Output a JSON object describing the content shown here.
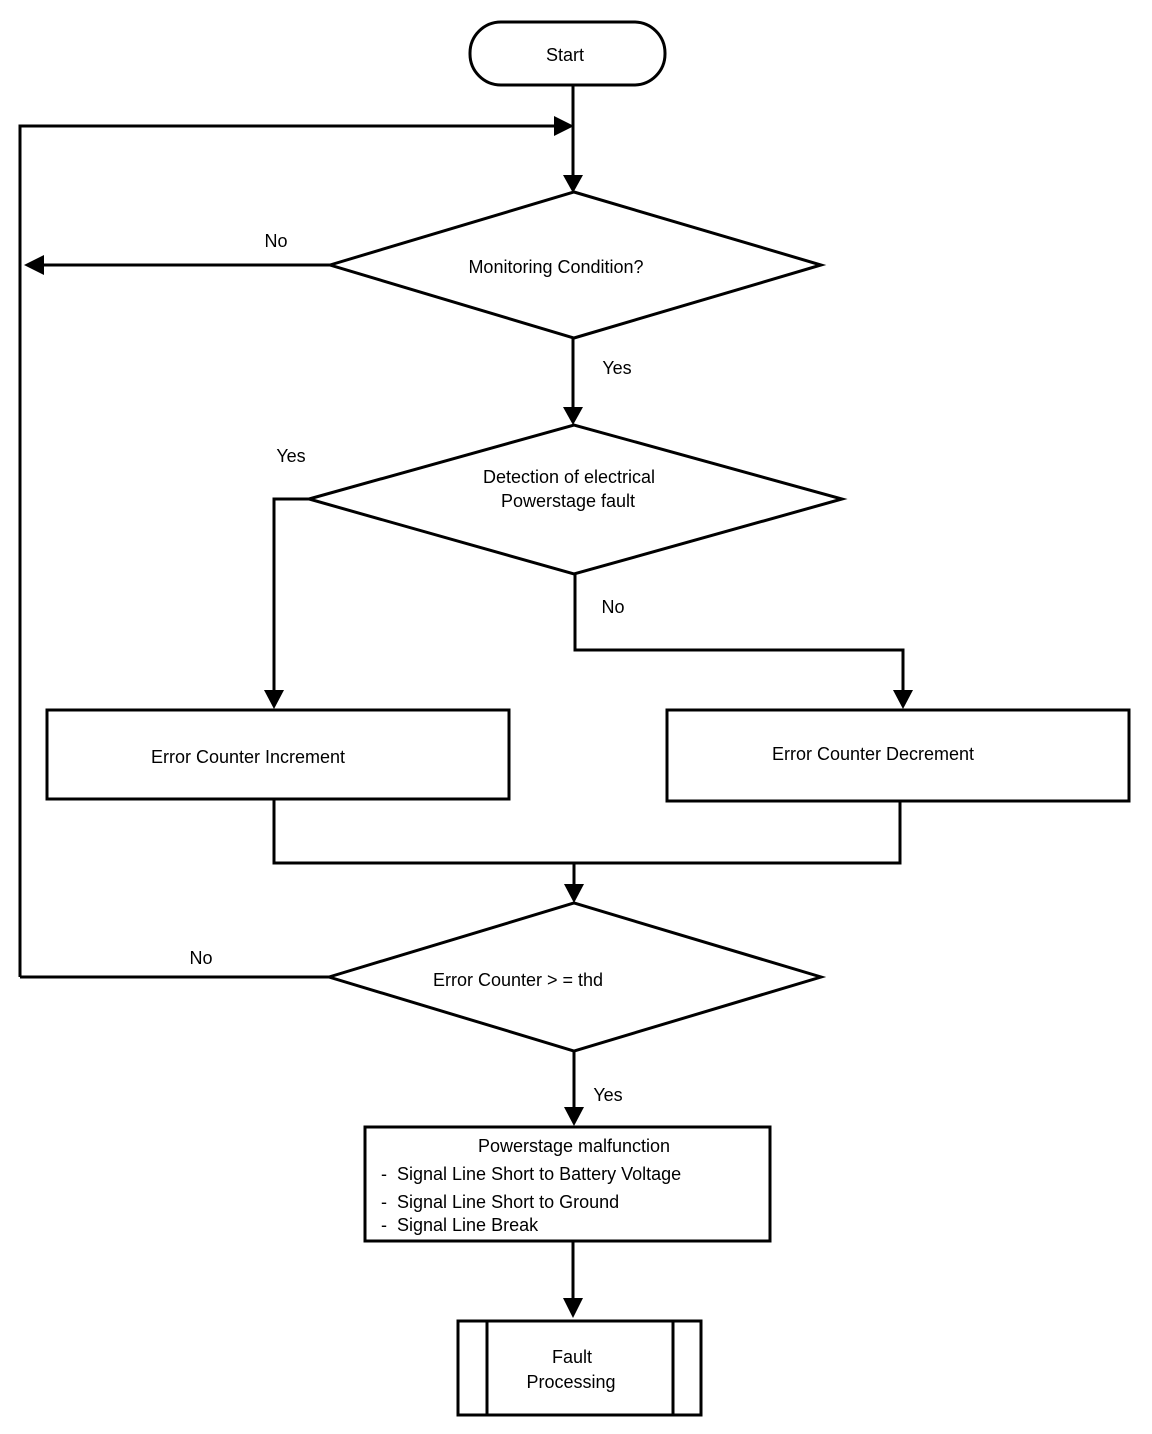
{
  "nodes": {
    "start": "Start",
    "monitoring": "Monitoring Condition?",
    "detection_line1": "Detection of electrical",
    "detection_line2": "Powerstage fault",
    "increment": "Error Counter Increment",
    "decrement": "Error Counter Decrement",
    "threshold": "Error Counter > = thd",
    "malfunction": {
      "title": "Powerstage malfunction",
      "items": [
        "Signal Line Short to Battery Voltage",
        "Signal Line Short to Ground",
        "Signal Line Break"
      ],
      "bullet": "-"
    },
    "fault_line1": "Fault",
    "fault_line2": "Processing"
  },
  "edges": {
    "monitoring_no": "No",
    "monitoring_yes": "Yes",
    "detection_yes": "Yes",
    "detection_no": "No",
    "threshold_no": "No",
    "threshold_yes": "Yes"
  }
}
